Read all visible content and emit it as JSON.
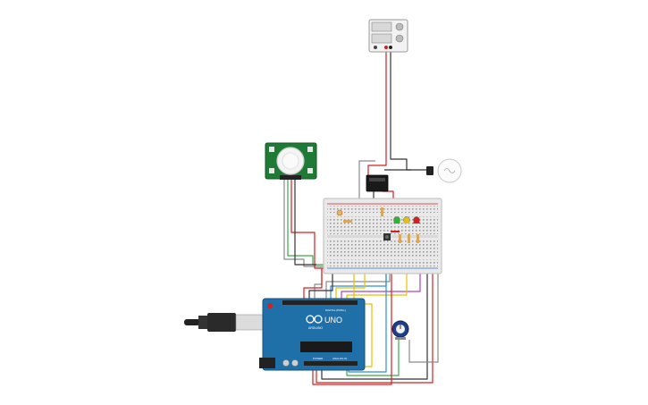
{
  "components": {
    "arduino": {
      "brand_label": "ARDUINO",
      "model_label": "UNO",
      "digital_label": "DIGITAL (PWM~)",
      "power_label": "POWER",
      "analog_label": "ANALOG IN"
    },
    "pir_sensor": {},
    "power_supply": {},
    "relay": {},
    "bulb": {},
    "breadboard": {},
    "potentiometer": {},
    "usb_cable": {},
    "leds": [
      {
        "color": "#2db52d"
      },
      {
        "color": "#e0c020"
      },
      {
        "color": "#d42020"
      }
    ]
  },
  "wire_colors": {
    "red": "#d42020",
    "black": "#333333",
    "green": "#3aa84a",
    "yellow": "#e8c000",
    "blue": "#2a8fd6",
    "purple": "#b040c0",
    "gray": "#8a8a8a",
    "orange": "#f08a1c"
  }
}
